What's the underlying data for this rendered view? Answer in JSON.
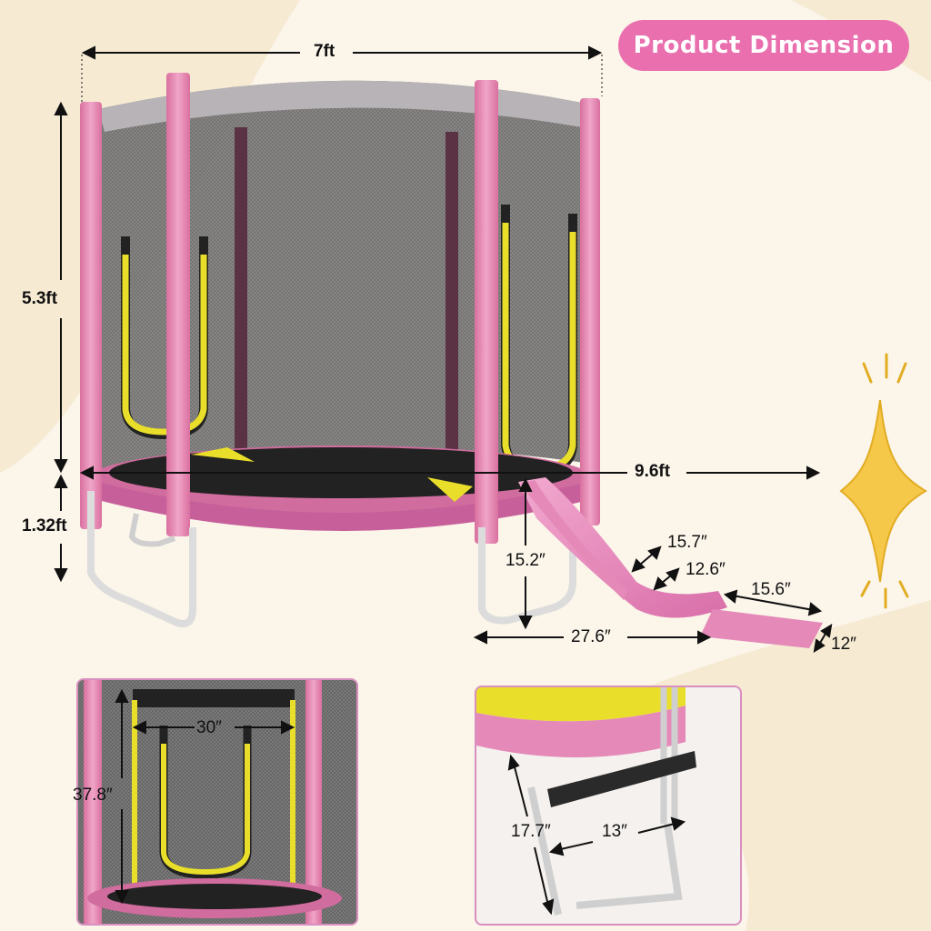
{
  "header": {
    "badge_label": "Product Dimension"
  },
  "dimensions": {
    "width_top": "7ft",
    "height_total": "5.3ft",
    "height_leg": "1.32ft",
    "overall_length": "9.6ft",
    "slide_height": "15.2″",
    "slide_top_width": "15.7″",
    "slide_bottom_width": "12.6″",
    "slide_run": "27.6″",
    "mat_length": "15.6″",
    "mat_width": "12″"
  },
  "door_detail": {
    "width": "30″",
    "height": "37.8″"
  },
  "ladder_detail": {
    "height": "17.7″",
    "step_width": "13″"
  },
  "colors": {
    "accent": "#e96fae",
    "pink_frame": "#e58ab8",
    "net": "#8d8d8d",
    "zipper": "#e9df2a",
    "ladder_step": "#2a2a2a"
  }
}
